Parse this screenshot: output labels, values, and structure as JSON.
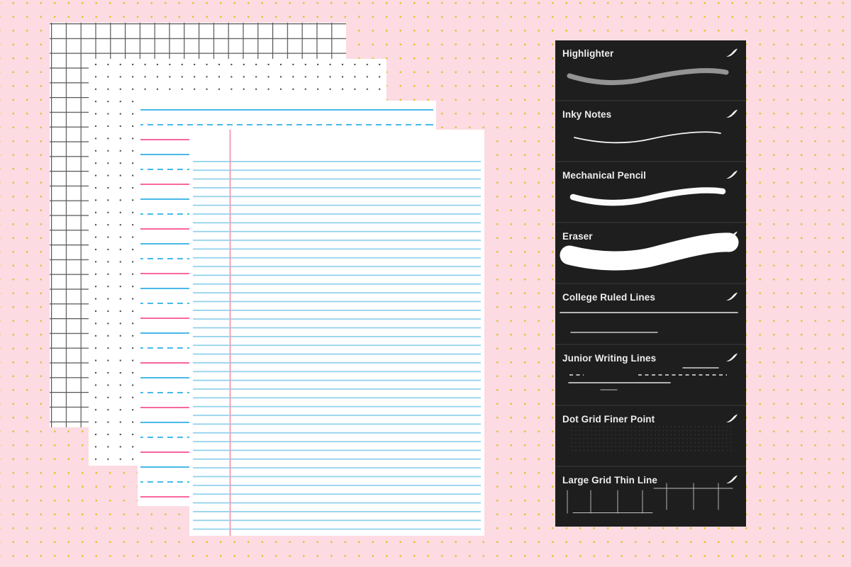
{
  "background": {
    "color": "#fcdbe3",
    "dot_color": "#e3c52d",
    "pattern": "yellow-dot-grid"
  },
  "papers": [
    {
      "name": "square-grid-paper",
      "line_color": "#565656"
    },
    {
      "name": "dot-grid-paper",
      "dot_color": "#3f3f3f"
    },
    {
      "name": "handwriting-paper",
      "top_line_color": "#49b9e9",
      "mid_line_style": "dashed",
      "mid_line_color": "#49b9e9",
      "baseline_color": "#f9679e"
    },
    {
      "name": "ruled-notebook-paper",
      "line_color": "#8fd0ec",
      "margin_line_color": "#f5a0b5"
    }
  ],
  "brush_panel": {
    "row_background": "#1e1e1e",
    "divider_color": "#2c2c2c",
    "text_color": "#ededed",
    "brushes": [
      {
        "name": "Highlighter",
        "preview": "wavy-stroke",
        "stroke_color": "#949494"
      },
      {
        "name": "Inky Notes",
        "preview": "thin-wavy-stroke",
        "stroke_color": "#f5f5f5"
      },
      {
        "name": "Mechanical Pencil",
        "preview": "thick-wavy-stroke",
        "stroke_color": "#fafafa"
      },
      {
        "name": "Eraser",
        "preview": "broad-blob-stroke",
        "stroke_color": "#ffffff"
      },
      {
        "name": "College Ruled Lines",
        "preview": "ruled-lines",
        "stroke_color": "#eaeaea"
      },
      {
        "name": "Junior Writing Lines",
        "preview": "dashed-writing-lines",
        "stroke_color": "#e6e6e6"
      },
      {
        "name": "Dot Grid Finer Point",
        "preview": "faint-dot-grid",
        "stroke_color": "#3a3a3a"
      },
      {
        "name": "Large Grid Thin Line",
        "preview": "thin-grid-lines",
        "stroke_color": "#e0e0e0"
      }
    ]
  }
}
